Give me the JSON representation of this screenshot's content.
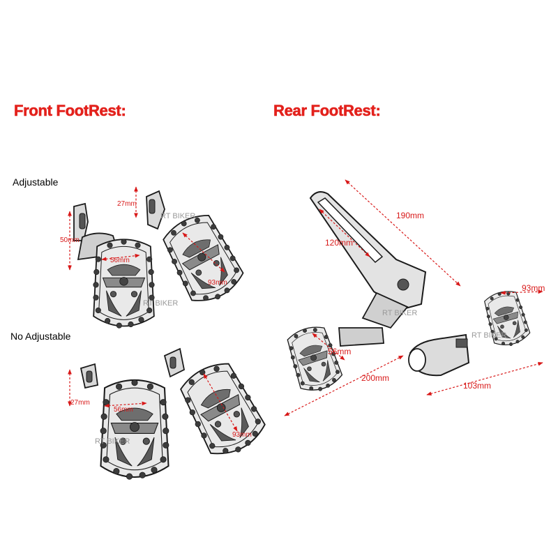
{
  "colors": {
    "heading": "#e3211c",
    "dimension": "#d81818",
    "outline": "#1a1a1a",
    "shade": "#6e6e6e",
    "watermark": "#9a9a9a"
  },
  "front": {
    "heading": "Front FootRest:",
    "adjustable_label": "Adjustable",
    "no_adjustable_label": "No Adjustable",
    "adjustable_dims": {
      "height_total": "50mm",
      "height_top": "27mm",
      "width": "56mm",
      "length": "93mm"
    },
    "fixed_dims": {
      "height": "27mm",
      "width": "56mm",
      "length": "93mm"
    }
  },
  "rear": {
    "heading": "Rear FootRest:",
    "dims": {
      "arm_length": "190mm",
      "arm_inner": "120mm",
      "peg_width": "56mm",
      "total_length": "200mm",
      "peg_length": "93mm",
      "mount_length": "103mm"
    }
  },
  "watermark": "RT BIKER"
}
